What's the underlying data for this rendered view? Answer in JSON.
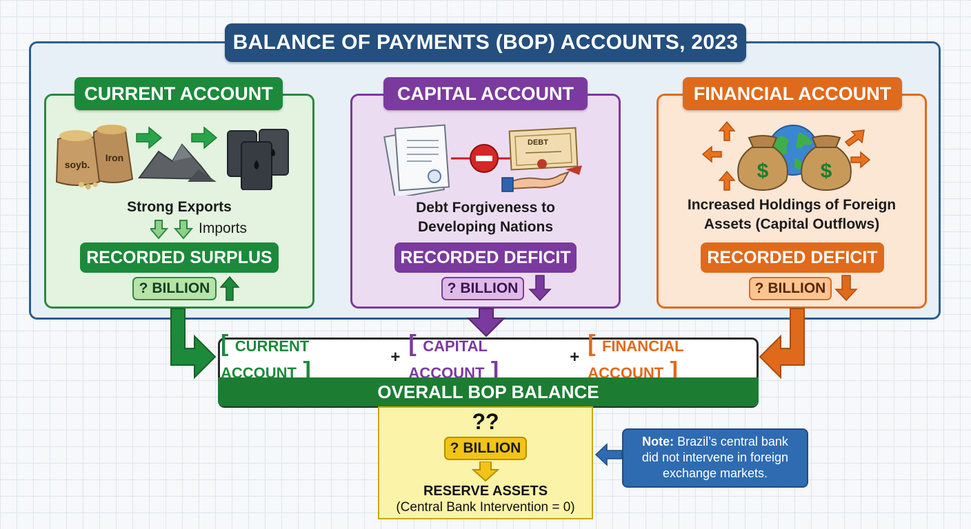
{
  "title": "BALANCE OF PAYMENTS (BOP) ACCOUNTS, 2023",
  "colors": {
    "current": "#1c8a3a",
    "capital": "#7b3a9e",
    "financial": "#e06a1b",
    "title_bg": "#244f7e",
    "reserve_bg": "#faf3a8",
    "note_bg": "#2f6bb0"
  },
  "accounts": [
    {
      "title": "CURRENT ACCOUNT",
      "bag_labels": [
        "soyb.",
        "Iron"
      ],
      "caption": "Strong Exports",
      "sub_caption": "Imports",
      "recorded": "RECORDED SURPLUS",
      "value": "? BILLION",
      "direction": "up",
      "icons": [
        "grain-sack-icon",
        "iron-ore-pile-icon",
        "oil-barrels-icon"
      ]
    },
    {
      "title": "CAPITAL ACCOUNT",
      "certificate_label": "DEBT",
      "caption_lines": [
        "Debt Forgiveness to",
        "Developing Nations"
      ],
      "recorded": "RECORDED DEFICIT",
      "value": "? BILLION",
      "direction": "down",
      "icons": [
        "document-stack-icon",
        "minus-circle-icon",
        "debt-certificate-icon",
        "giving-hand-icon"
      ]
    },
    {
      "title": "FINANCIAL ACCOUNT",
      "caption_lines": [
        "Increased Holdings of Foreign",
        "Assets (Capital Outflows)"
      ],
      "recorded": "RECORDED DEFICIT",
      "value": "? BILLION",
      "direction": "down",
      "icons": [
        "money-bag-icon",
        "globe-icon",
        "outward-arrows-icon"
      ]
    }
  ],
  "formula": {
    "terms": [
      "CURRENT ACCOUNT",
      "CAPITAL ACCOUNT",
      "FINANCIAL ACCOUNT"
    ],
    "operator": "+"
  },
  "overall": {
    "label": "OVERALL BOP BALANCE",
    "question": "??",
    "value": "? BILLION"
  },
  "reserve": {
    "title": "RESERVE ASSETS",
    "subtitle": "(Central Bank Intervention = 0)"
  },
  "note": {
    "label": "Note:",
    "line1": "Brazil’s central bank",
    "line2": "did not intervene in foreign",
    "line3": "exchange markets."
  }
}
